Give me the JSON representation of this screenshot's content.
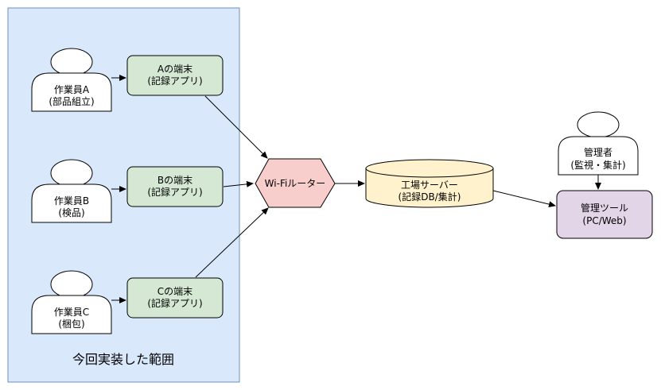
{
  "colors": {
    "scope_fill": "#dae8fc",
    "scope_stroke": "#6c8ebf",
    "terminal_fill": "#d5e8d4",
    "terminal_stroke": "#000000",
    "router_fill": "#f8cecc",
    "server_fill": "#fff2cc",
    "tool_fill": "#e1d5e7",
    "actor_fill": "#ffffff",
    "line": "#000000"
  },
  "scope": {
    "label": "今回実装した範囲"
  },
  "workers": [
    {
      "name": "作業員A",
      "role": "(部品組立)"
    },
    {
      "name": "作業員B",
      "role": "(検品)"
    },
    {
      "name": "作業員C",
      "role": "(梱包)"
    }
  ],
  "terminals": [
    {
      "line1": "Aの端末",
      "line2": "(記録アプリ)"
    },
    {
      "line1": "Bの端末",
      "line2": "(記録アプリ)"
    },
    {
      "line1": "Cの端末",
      "line2": "(記録アプリ)"
    }
  ],
  "router": {
    "label": "Wi-Fiルーター"
  },
  "server": {
    "line1": "工場サーバー",
    "line2": "(記録DB/集計)"
  },
  "manager": {
    "name": "管理者",
    "role": "(監視・集計)"
  },
  "tool": {
    "line1": "管理ツール",
    "line2": "(PC/Web)"
  }
}
